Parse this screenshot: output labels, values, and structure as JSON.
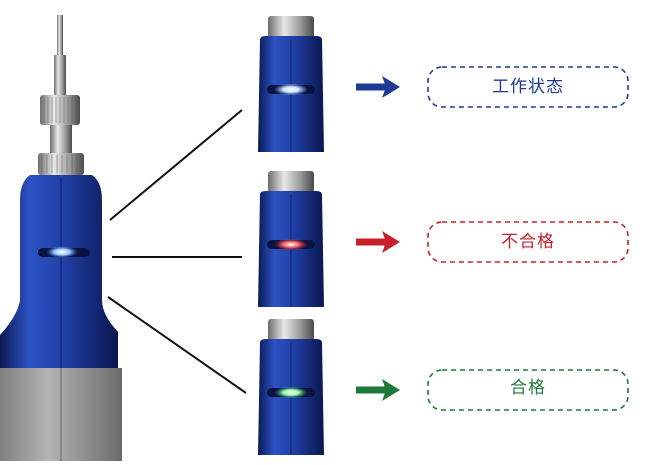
{
  "colors": {
    "body_blue": "#1f3fa3",
    "body_blue_dark": "#0d1f66",
    "metal": "#c8c8c8",
    "gray_base": "#9a9a9a",
    "line": "#111111"
  },
  "states": [
    {
      "id": "working",
      "label": "工作状态",
      "led_color": "#cfe6ff",
      "led_glow": "#7fb6ff",
      "arrow_color": "#1f3a93",
      "border_color": "#1f3a93",
      "text_color": "#1f3a93",
      "arrow_icon": "arrow-right-icon"
    },
    {
      "id": "fail",
      "label": "不合格",
      "led_color": "#ff6a6a",
      "led_glow": "#cc1f2a",
      "arrow_color": "#c8202b",
      "border_color": "#c8202b",
      "text_color": "#c8202b",
      "arrow_icon": "arrow-right-icon"
    },
    {
      "id": "pass",
      "label": "合格",
      "led_color": "#9dffb3",
      "led_glow": "#1f9d48",
      "arrow_color": "#1e7a3a",
      "border_color": "#1e7a3a",
      "text_color": "#1e7a3a",
      "arrow_icon": "arrow-right-icon"
    }
  ]
}
